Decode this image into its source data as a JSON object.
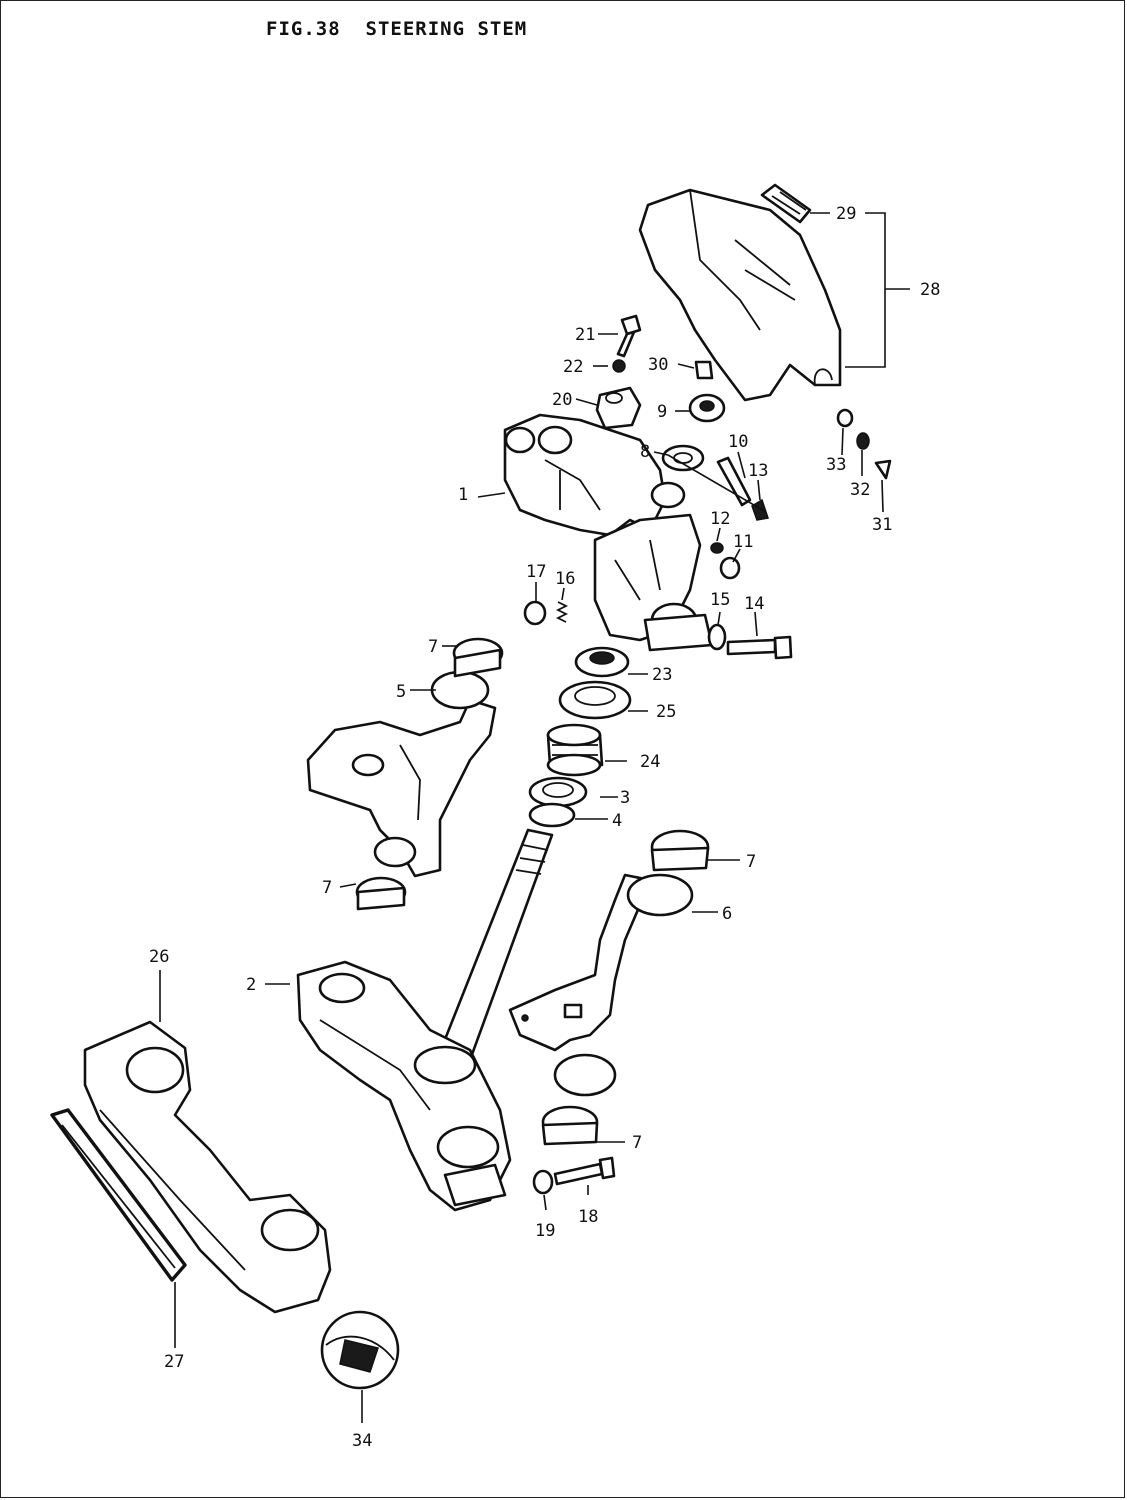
{
  "figure": {
    "title": "FIG.38  STEERING STEM"
  },
  "callouts": {
    "c1": "1",
    "c2": "2",
    "c3": "3",
    "c4": "4",
    "c5": "5",
    "c6": "6",
    "c7a": "7",
    "c7b": "7",
    "c7c": "7",
    "c7d": "7",
    "c8": "8",
    "c9": "9",
    "c10": "10",
    "c11": "11",
    "c12": "12",
    "c13": "13",
    "c14": "14",
    "c15": "15",
    "c16": "16",
    "c17": "17",
    "c18": "18",
    "c19": "19",
    "c20": "20",
    "c21": "21",
    "c22": "22",
    "c23": "23",
    "c24": "24",
    "c25": "25",
    "c26": "26",
    "c27": "27",
    "c28": "28",
    "c29": "29",
    "c30": "30",
    "c31": "31",
    "c32": "32",
    "c33": "33",
    "c34": "34"
  }
}
